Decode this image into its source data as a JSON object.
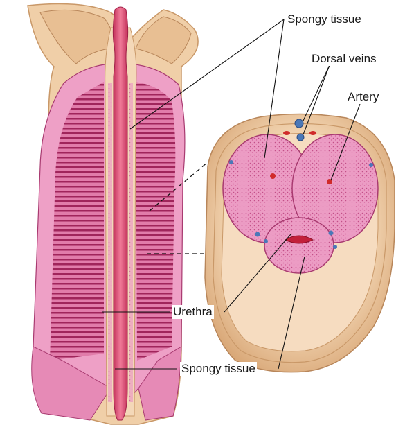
{
  "labels": {
    "spongy_tissue_top": "Spongy tissue",
    "dorsal_veins": "Dorsal veins",
    "artery": "Artery",
    "urethra": "Urethra",
    "spongy_tissue_bottom": "Spongy tissue"
  },
  "colors": {
    "skin": "#f0cfa8",
    "skin_dark": "#d9a878",
    "tissue_pink": "#e890b8",
    "tissue_dark": "#b8306a",
    "urethra": "#d8456a",
    "vein_blue": "#4a78b8",
    "artery_red": "#d02a2a"
  }
}
